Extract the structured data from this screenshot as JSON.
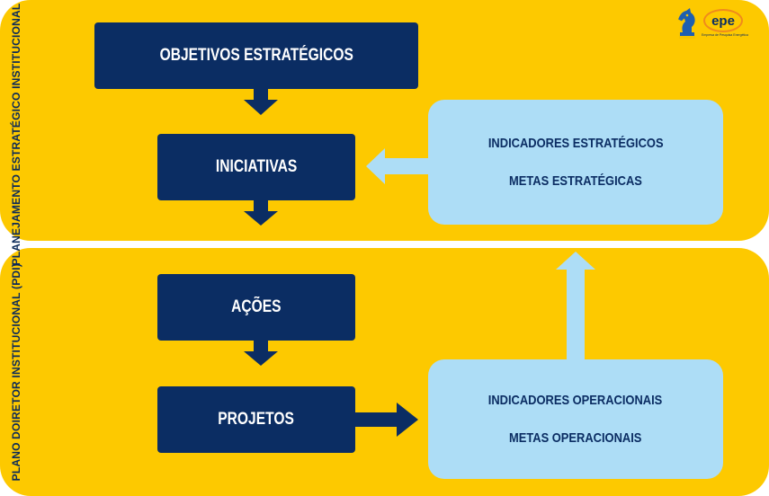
{
  "top_section": {
    "label": "PLANEJAMENTO ESTRATÉGICO INSTITUCIONAL (PEI)",
    "objetivos": "OBJETIVOS ESTRATÉGICOS",
    "iniciativas": "INICIATIVAS",
    "indicadores": "INDICADORES ESTRATÉGICOS",
    "metas": "METAS ESTRATÉGICAS"
  },
  "bottom_section": {
    "label": "PLANO DOIRETOR INSTITUCIONAL (PDI)",
    "acoes": "AÇÕES",
    "projetos": "PROJETOS",
    "indicadores": "INDICADORES OPERACIONAIS",
    "metas": "METAS OPERACIONAIS"
  },
  "logo": {
    "name": "epe",
    "tagline": "Empresa de Pesquisa Energética"
  },
  "colors": {
    "panel": "#FDC900",
    "navy": "#0B2D63",
    "light_blue": "#ADDDF6",
    "logo_orange": "#F08A1C"
  },
  "icons": [
    "knight-chess-icon",
    "arrow-down-icon",
    "arrow-left-icon",
    "arrow-right-icon",
    "arrow-up-icon"
  ]
}
